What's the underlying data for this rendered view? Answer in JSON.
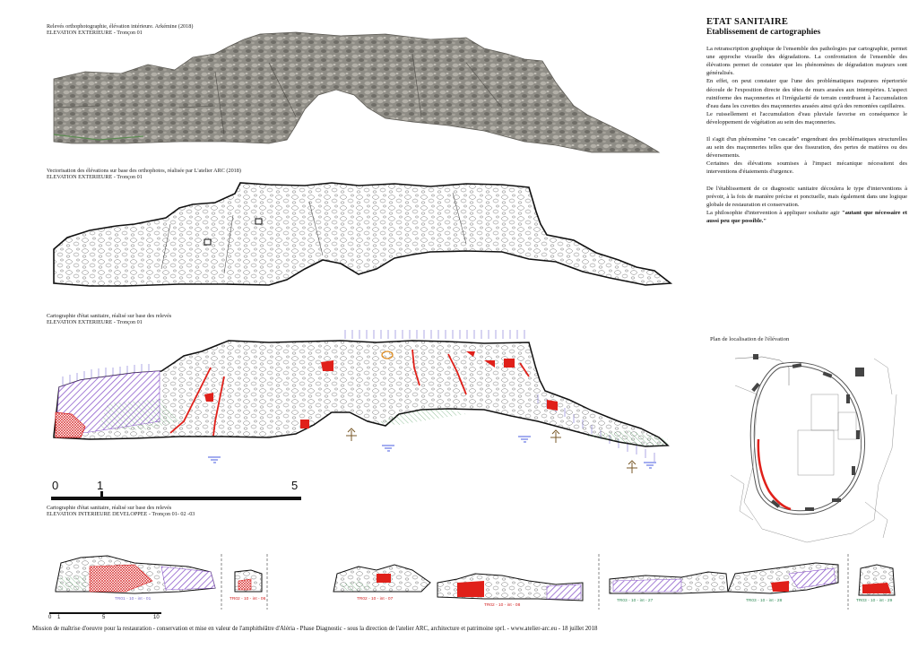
{
  "captions": {
    "photo": {
      "line1": "Relevés orthophotographie, élévation intérieure. Arkémine (2018)",
      "line2": "ELEVATION EXTERIEURE - Tronçon 01"
    },
    "vector": {
      "line1": "Vectorisation des élévations sur base des orthophotos, réalisée par L'atelier ARC (2018)",
      "line2": "ELEVATION EXTERIEURE - Tronçon 01"
    },
    "carto": {
      "line1": "Cartographie d'état sanitaire, réalisé sur base des relevés",
      "line2": "ELEVATION EXTERIEURE - Tronçon 01"
    },
    "carto_int": {
      "line1": "Cartographie d'état sanitaire, réalisé sur base des relevés",
      "line2": "ELEVATION INTERIEURE DEVELOPPEE - Tronçon 01- 02 -03"
    }
  },
  "scale_bar": {
    "label_0": "0",
    "label_1": "1",
    "label_5": "5"
  },
  "small_scale": {
    "label_0": "0",
    "label_1": "1",
    "label_5": "5",
    "label_10": "10"
  },
  "panel": {
    "title": "ETAT SANITAIRE",
    "subtitle": "Etablissement de cartographies",
    "p1": "La retranscription graphique de l'ensemble des pathologies par cartographie, permet une approche visuelle des dégradations. La confrontation de l'ensemble des élévations permet de constater que les phénomènes de dégradation majeurs sont généralisés.",
    "p2": "En effet, on peut constater que l'une des problématiques majeures répertoriée découle de l'exposition directe des têtes de murs arasées aux intempéries. L'aspect ruiniforme des maçonneries et l'irrégularité de terrain contribuent à l'accumulation d'eau dans les cuvettes des maçonneries arasées ainsi qu'à des remontées capillaires.",
    "p3": "Le ruissellement et l'accumulation d'eau pluviale favorise en conséquence le développement de végétation au sein des maçonneries.",
    "p4": "Il s'agit d'un phénomène \"en cascade\" engendrant des problématiques structurelles au sein des maçonneries telles que des fissuration, des pertes de matières ou des déversements.",
    "p5": "Certaines des élévations soumises à l'impact mécanique nécessitent des interventions d'étaiements d'urgence.",
    "p6": "De l'établissement de ce diagnostic sanitaire découlera le type d'interventions à prévoir, à la fois de manière précise et ponctuelle, mais également dans une logique globale de restauration et conservation.",
    "p7_lead": "La philosophie d'intervention à appliquer souhaite agir ",
    "p7_quote": "\"autant que nécessaire et aussi peu que possible.\""
  },
  "plan": {
    "caption": "Plan de localisation de l'élévation"
  },
  "segments": [
    {
      "label": "TR01 - 10 - int - 01",
      "color": "#7a6ad0"
    },
    {
      "label": "TR02 - 10 - int - 06",
      "color": "#d22020"
    },
    {
      "label": "TR02 - 10 - int - 07",
      "color": "#d22020"
    },
    {
      "label": "TR02 - 10 - int - 08",
      "color": "#d22020"
    },
    {
      "label": "TR03 - 10 - int - 27",
      "color": "#2e8a55"
    },
    {
      "label": "TR03 - 10 - int - 28",
      "color": "#2e8a55"
    },
    {
      "label": "TR03 - 10 - int - 29",
      "color": "#2e8a55"
    }
  ],
  "footer": "Mission de maîtrise d'oeuvre pour la restauration - conservation et mise en valeur de l'amphithéâtre d'Aléria - Phase Diagnostic - sous la direction de l'atelier ARC, architecture et patrimoine sprl. - www.atelier-arc.eu - 18 juillet 2018"
}
